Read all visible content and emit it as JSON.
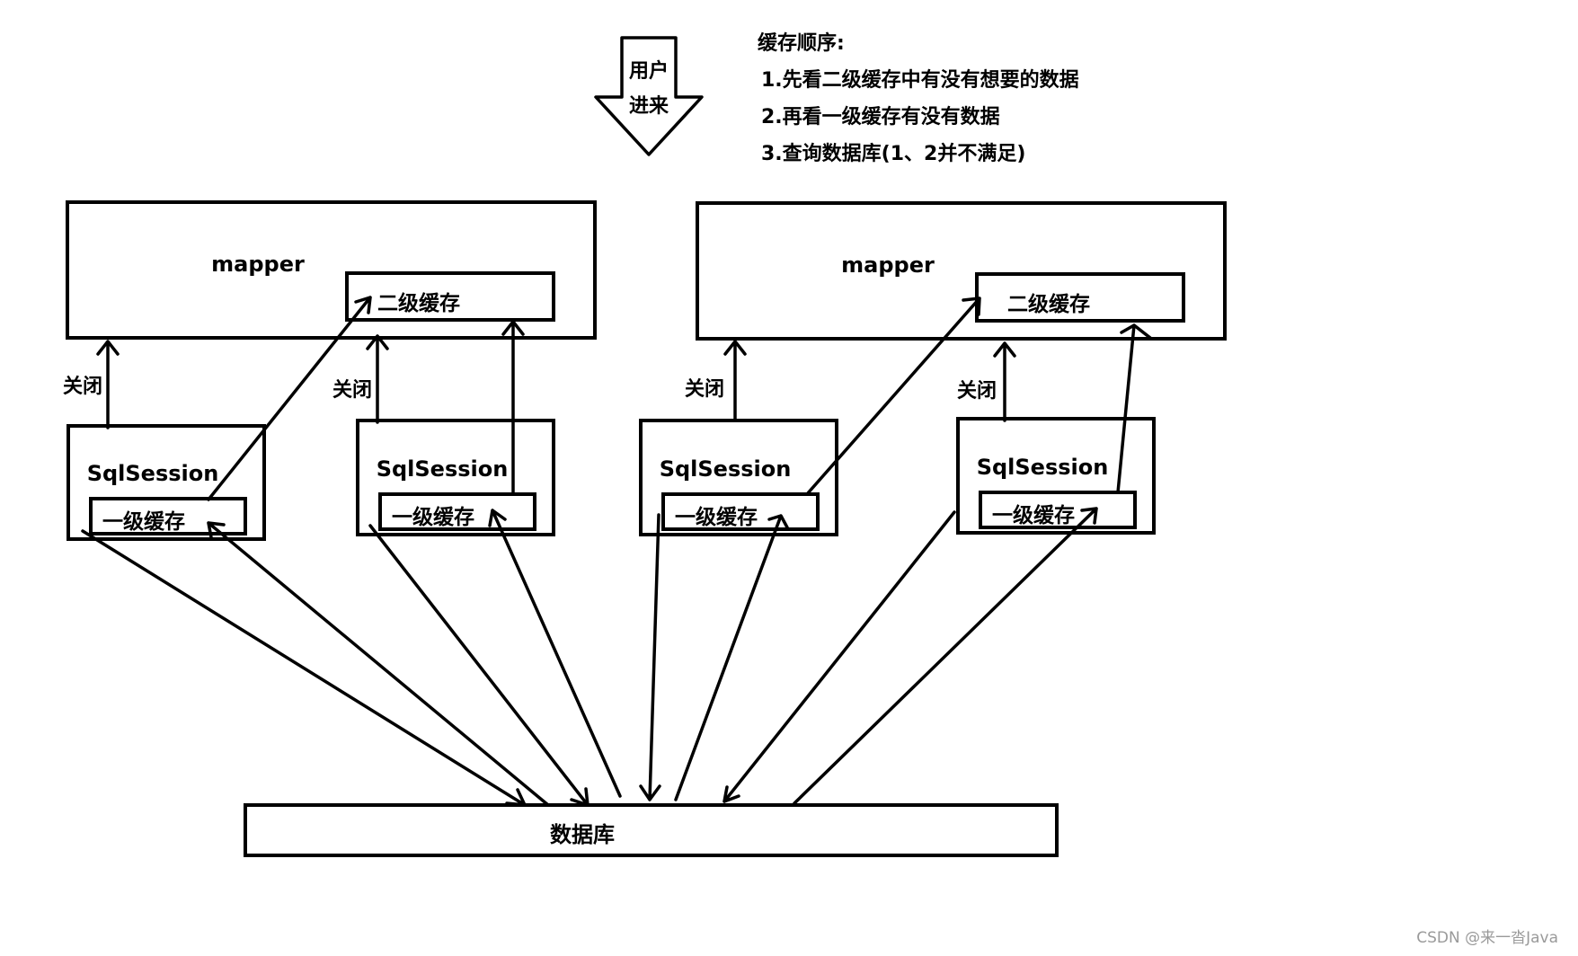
{
  "entry": {
    "line1": "用户",
    "line2": "进来"
  },
  "cache_order": {
    "title": "缓存顺序:",
    "steps": [
      "1.先看二级缓存中有没有想要的数据",
      "2.再看一级缓存有没有数据",
      "3.查询数据库(1、2并不满足)"
    ]
  },
  "mappers": [
    {
      "label": "mapper",
      "second_level_cache": "二级缓存"
    },
    {
      "label": "mapper",
      "second_level_cache": "二级缓存"
    }
  ],
  "sessions": [
    {
      "label": "SqlSession",
      "first_level_cache": "一级缓存",
      "close_label": "关闭"
    },
    {
      "label": "SqlSession",
      "first_level_cache": "一级缓存",
      "close_label": "关闭"
    },
    {
      "label": "SqlSession",
      "first_level_cache": "一级缓存",
      "close_label": "关闭"
    },
    {
      "label": "SqlSession",
      "first_level_cache": "一级缓存",
      "close_label": "关闭"
    }
  ],
  "database": {
    "label": "数据库"
  },
  "watermark": "CSDN @来一沓Java"
}
